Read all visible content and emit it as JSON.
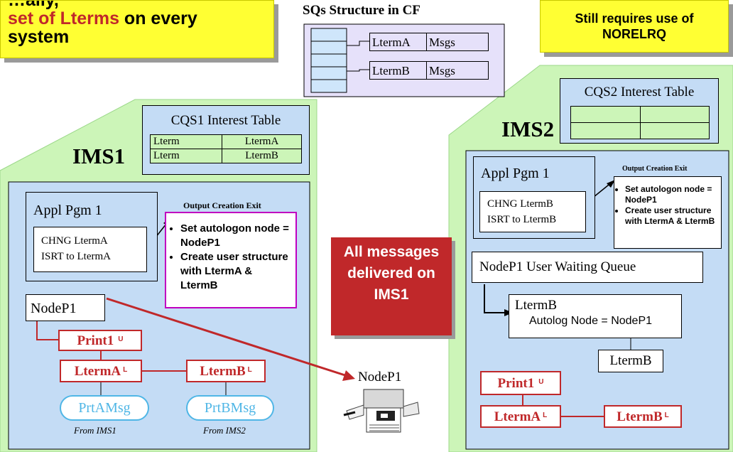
{
  "banner_left": {
    "line1": "…ally, ",
    "line2_red": "set of Lterms",
    "line2_rest": " on every",
    "line3": "system"
  },
  "banner_right": {
    "text": "Still requires use of NORELRQ"
  },
  "sq": {
    "title": "SQs Structure in CF",
    "rows": [
      {
        "lterm": "LtermA",
        "msgs": "Msgs"
      },
      {
        "lterm": "LtermB",
        "msgs": "Msgs"
      }
    ]
  },
  "ims1": {
    "label": "IMS1",
    "cqs_title": "CQS1 Interest Table",
    "cqs_rows": [
      [
        "Lterm",
        "LtermA"
      ],
      [
        "Lterm",
        "LtermB"
      ]
    ],
    "appl_title": "Appl Pgm 1",
    "appl_code": [
      "CHNG LtermA",
      "ISRT  to LtermA"
    ],
    "exit_title": "Output Creation Exit",
    "exit_bullets": [
      "Set autologon node = NodeP1",
      "Create user structure with LtermA & LtermB"
    ],
    "node": "NodeP1",
    "print1": "Print1",
    "print1_sup": "U",
    "ltermA": "LtermA",
    "ltermA_sup": "L",
    "ltermB": "LtermB",
    "ltermB_sup": "L",
    "msgA": "PrtAMsg",
    "msgB": "PrtBMsg",
    "fromA": "From IMS1",
    "fromB": "From IMS2"
  },
  "center": {
    "note": "All messages delivered on IMS1",
    "printer_label": "NodeP1"
  },
  "ims2": {
    "label": "IMS2",
    "cqs_title": "CQS2 Interest Table",
    "appl_title": "Appl Pgm 1",
    "appl_code": [
      "CHNG LtermB",
      "ISRT  to LtermB"
    ],
    "exit_title": "Output Creation Exit",
    "exit_bullets": [
      "Set autologon node = NodeP1",
      "Create user structure with LtermA & LtermB"
    ],
    "queue": "NodeP1 User Waiting Queue",
    "lterm_b": "LtermB",
    "autolog": "Autolog Node = NodeP1",
    "lterm_b2": "LtermB",
    "print1": "Print1",
    "print1_sup": "U",
    "ltermA": "LtermA",
    "ltermA_sup": "L",
    "ltermB": "LtermB",
    "ltermB_sup": "L"
  },
  "colors": {
    "green": "#ccf5b8",
    "blue": "#c4dcf5",
    "yellow": "#ffff33",
    "red": "#c0282a",
    "purple_bg": "#e6e1fa",
    "cyan": "#4fb6e6",
    "magenta": "#c000c0"
  }
}
